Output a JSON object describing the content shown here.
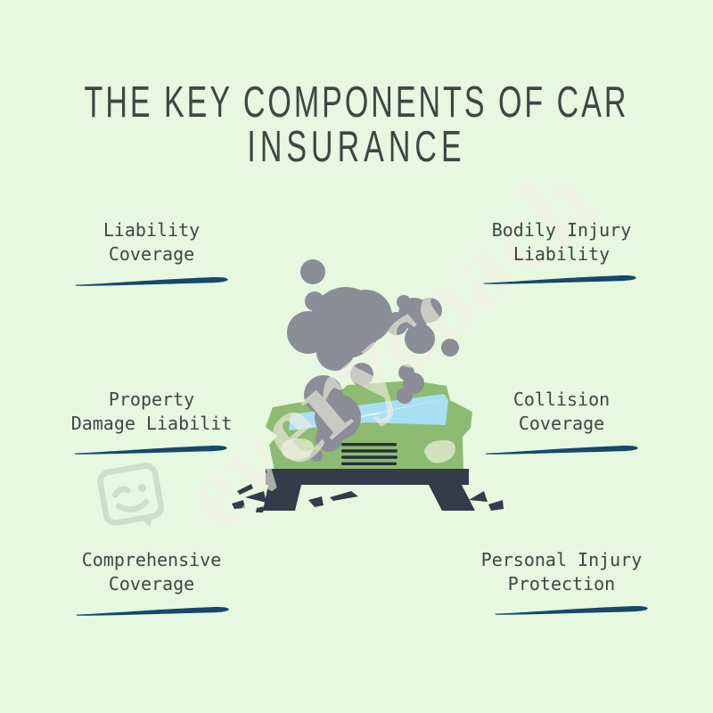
{
  "title": {
    "line1": "THE KEY COMPONENTS OF CAR",
    "line2": "INSURANCE"
  },
  "labels": [
    {
      "id": "liability-coverage",
      "position": "top-left",
      "line1": "Liability",
      "line2": "Coverage"
    },
    {
      "id": "bodily-injury-liability",
      "position": "top-right",
      "line1": "Bodily Injury",
      "line2": "Liability"
    },
    {
      "id": "property-damage-liability",
      "position": "middle-left",
      "line1": "Property",
      "line2": "Damage Liabilit"
    },
    {
      "id": "collision-coverage",
      "position": "middle-right",
      "line1": "Collision",
      "line2": "Coverage"
    },
    {
      "id": "comprehensive-coverage",
      "position": "bottom-left",
      "line1": "Comprehensive",
      "line2": "Coverage"
    },
    {
      "id": "personal-injury-protection",
      "position": "bottom-right",
      "line1": "Personal Injury",
      "line2": "Protection"
    }
  ],
  "illustration": {
    "name": "crashed-car-with-smoke",
    "elements": [
      "smoke-clouds",
      "crumpled-green-car",
      "cracked-windshield",
      "grille",
      "headlights",
      "bumper",
      "road-debris"
    ]
  },
  "watermark": {
    "text": "everycoach",
    "icon": "winking-smiley-badge"
  },
  "colors": {
    "bg": "#e6f8df",
    "ink": "#3c4843",
    "underline": "#17476b",
    "smoke": "#8b8d97",
    "car-green": "#8dbb72",
    "headlight": "#cfe2bb",
    "windshield": "#a9dff3",
    "windshield-light": "#c9ecf8",
    "windshield-glare": "#eafafd",
    "dark": "#323d49",
    "grille": "#242e38",
    "watermark": "#f2f0e2",
    "smiley": "#8fa18f"
  }
}
